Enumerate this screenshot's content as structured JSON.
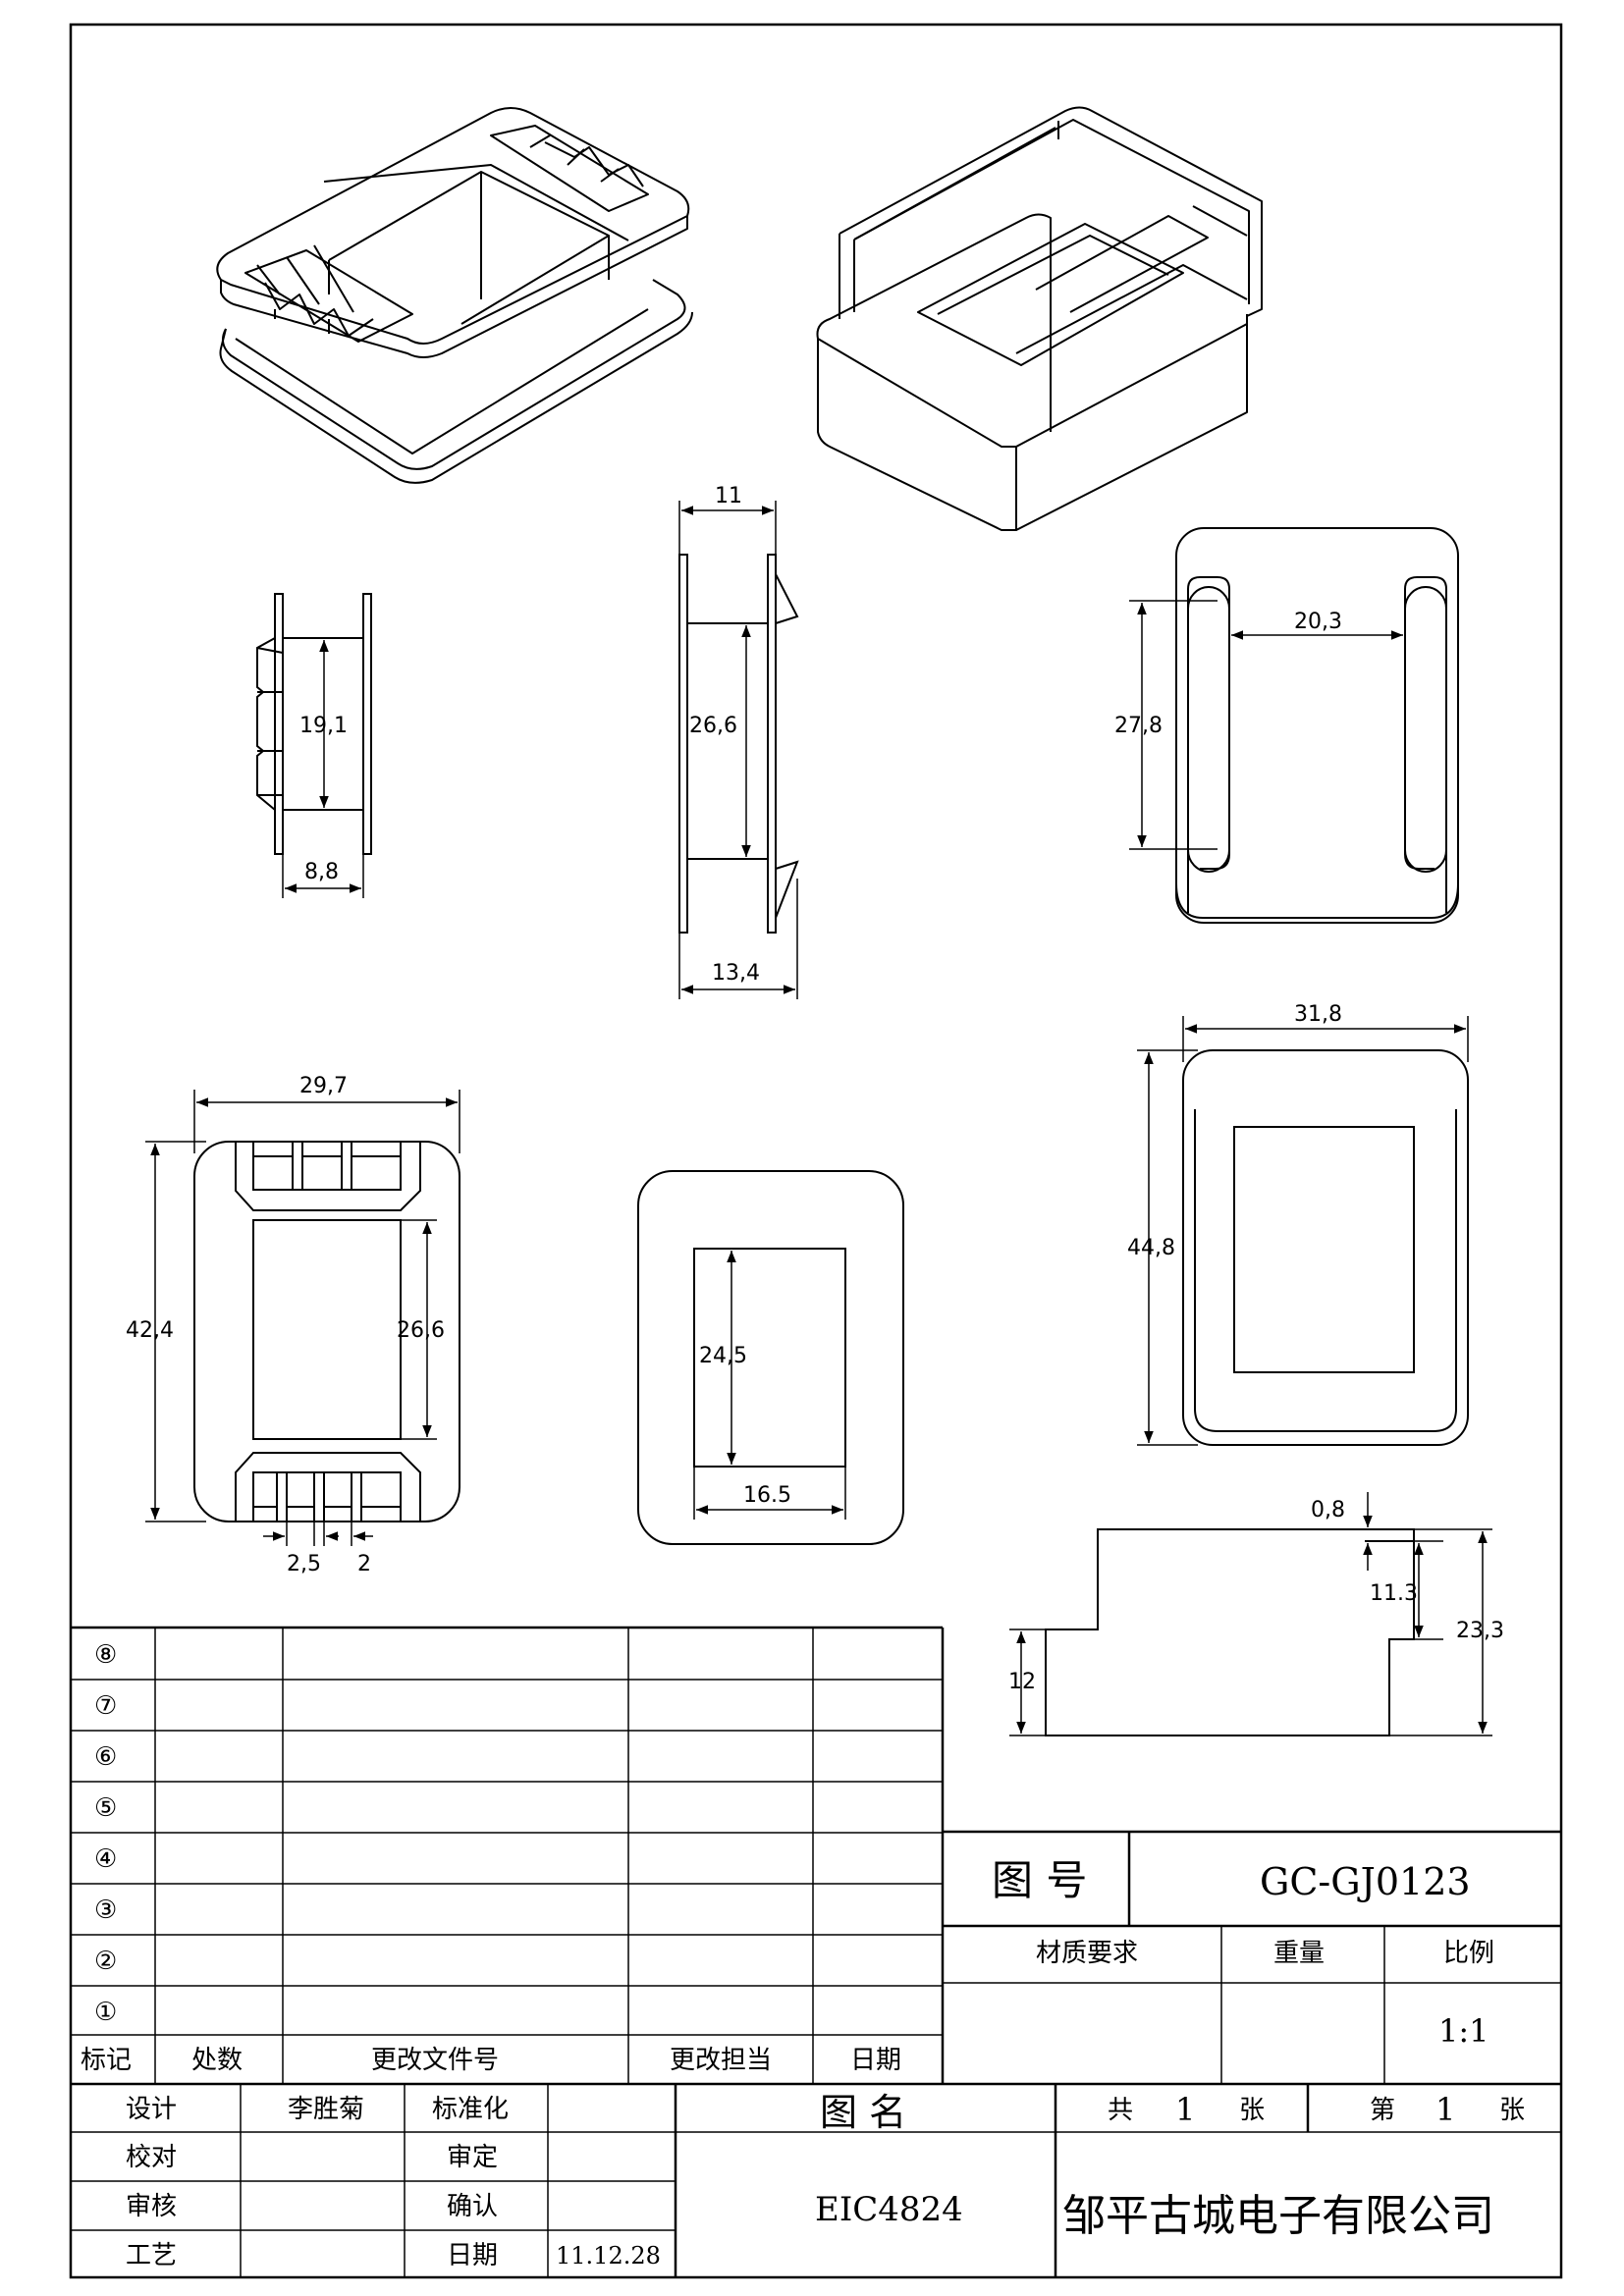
{
  "dimensions": {
    "width_8_8": "8,8",
    "height_19_1": "19,1",
    "top_11": "11",
    "height_26_6_side": "26,6",
    "width_13_4": "13,4",
    "width_20_3": "20,3",
    "height_27_8": "27,8",
    "width_29_7": "29,7",
    "height_42_4": "42,4",
    "height_26_6_front": "26,6",
    "pitch_2_5": "2,5",
    "pin_2": "2",
    "height_24_5": "24,5",
    "width_16_5": "16.5",
    "width_31_8": "31,8",
    "height_44_8": "44,8",
    "step_0_8": "0,8",
    "height_11_3": "11.3",
    "height_23_3": "23,3",
    "height_12": "12"
  },
  "revision_table": {
    "row_marks": [
      "⑧",
      "⑦",
      "⑥",
      "⑤",
      "④",
      "③",
      "②",
      "①"
    ],
    "headers": {
      "mark": "标记",
      "count": "处数",
      "document": "更改文件号",
      "person": "更改担当",
      "date": "日期"
    }
  },
  "title_block": {
    "drawing_no_label": "图 号",
    "drawing_no": "GC-GJ0123",
    "material_label": "材质要求",
    "weight_label": "重量",
    "scale_label": "比例",
    "scale": "1:1",
    "design_label": "设计",
    "designer": "李胜菊",
    "standard_label": "标准化",
    "check_label": "校对",
    "approve_label": "审定",
    "review_label": "审核",
    "confirm_label": "确认",
    "craft_label": "工艺",
    "date_label": "日期",
    "date": "11.12.28",
    "name_label": "图 名",
    "part_name": "EIC4824",
    "total_label": "共",
    "total": "1",
    "sheet_unit": "张",
    "sheet_label": "第",
    "sheet": "1",
    "sheet_unit_2": "张",
    "company": "邹平古城电子有限公司"
  }
}
